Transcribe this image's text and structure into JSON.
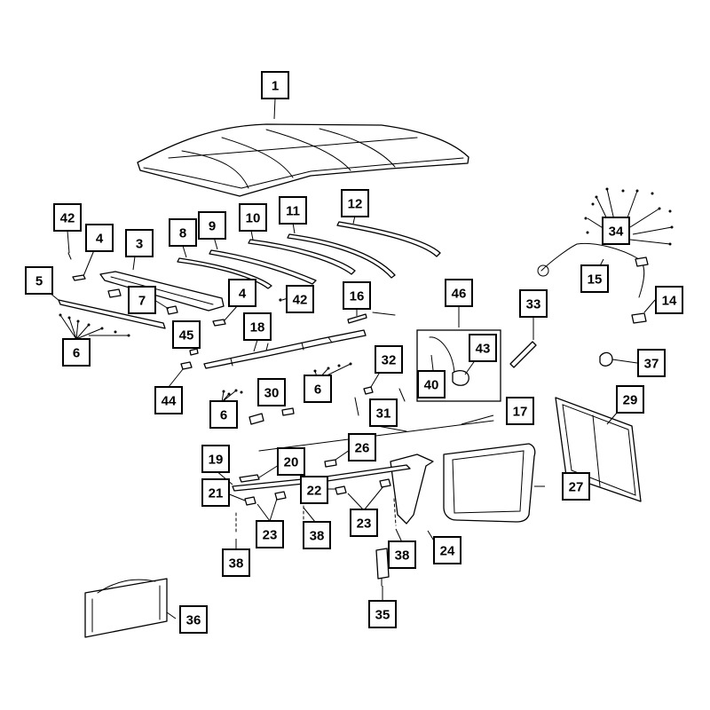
{
  "callouts": [
    "1",
    "42",
    "4",
    "3",
    "5",
    "7",
    "6",
    "45",
    "8",
    "9",
    "42",
    "10",
    "11",
    "12",
    "4",
    "16",
    "18",
    "46",
    "40",
    "43",
    "33",
    "34",
    "15",
    "14",
    "37",
    "44",
    "6",
    "30",
    "6",
    "32",
    "31",
    "17",
    "29",
    "19",
    "20",
    "26",
    "21",
    "22",
    "23",
    "38",
    "23",
    "38",
    "27",
    "24",
    "38",
    "36",
    "35"
  ]
}
